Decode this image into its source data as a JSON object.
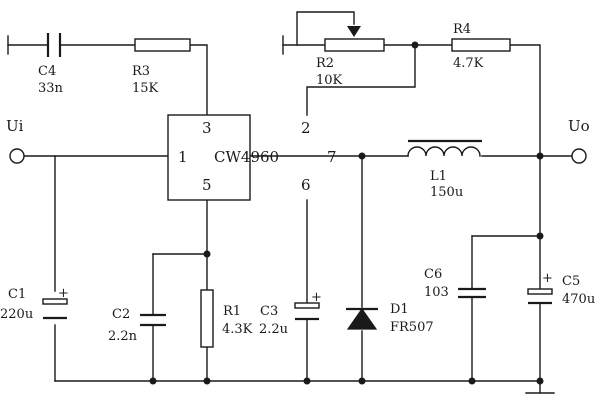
{
  "ic": {
    "name": "CW4960",
    "pins": {
      "p1": "1",
      "p2": "2",
      "p3": "3",
      "p5": "5",
      "p6": "6",
      "p7": "7"
    }
  },
  "terminals": {
    "input": "Ui",
    "output": "Uo"
  },
  "components": {
    "c4": {
      "ref": "C4",
      "value": "33n"
    },
    "r3": {
      "ref": "R3",
      "value": "15K"
    },
    "r2": {
      "ref": "R2",
      "value": "10K"
    },
    "r4": {
      "ref": "R4",
      "value": "4.7K"
    },
    "l1": {
      "ref": "L1",
      "value": "150u"
    },
    "c1": {
      "ref": "C1",
      "value": "220u"
    },
    "c2": {
      "ref": "C2",
      "value": "2.2n"
    },
    "r1": {
      "ref": "R1",
      "value": "4.3K"
    },
    "c3": {
      "ref": "C3",
      "value": "2.2u"
    },
    "d1": {
      "ref": "D1",
      "value": "FR507"
    },
    "c6": {
      "ref": "C6",
      "value": "103"
    },
    "c5": {
      "ref": "C5",
      "value": "470u"
    }
  },
  "polarity_mark": "+"
}
